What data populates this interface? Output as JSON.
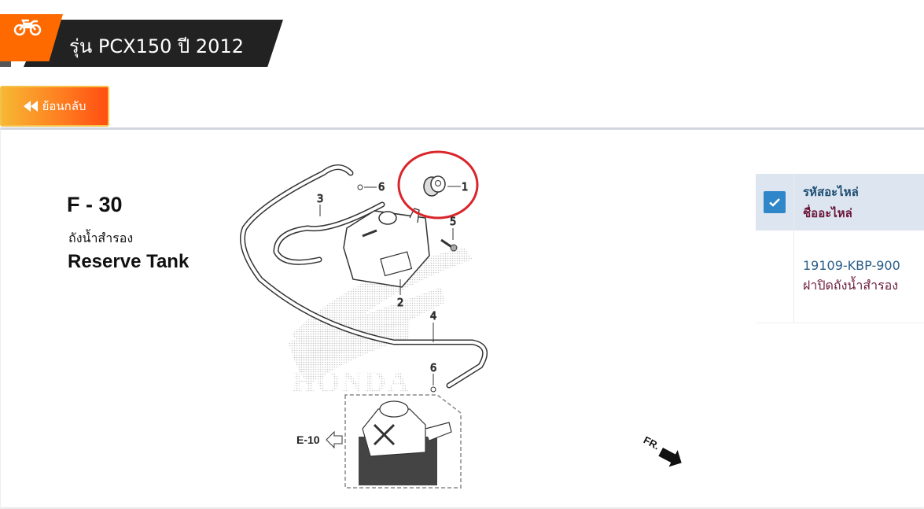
{
  "header": {
    "title": "รุ่น PCX150 ปี 2012",
    "icon": "motorcycle-icon",
    "colors": {
      "dark": "#222222",
      "accent": "#ff6a00"
    }
  },
  "back_button": {
    "label": "ย้อนกลับ",
    "icon": "double-chevron-left-icon"
  },
  "diagram": {
    "code": "F - 30",
    "title_th": "ถังน้ำสำรอง",
    "title_en": "Reserve Tank",
    "callouts": [
      "1",
      "2",
      "3",
      "4",
      "5",
      "6",
      "6"
    ],
    "reference": "E-10",
    "direction": "FR.",
    "watermark": "HONDA",
    "highlighted_part": "1"
  },
  "parts_table": {
    "header": {
      "code_label": "รหัสอะไหล่",
      "name_label": "ชื่ออะไหล่",
      "checked": true
    },
    "rows": [
      {
        "code": "19109-KBP-900",
        "name": "ฝาปิดถังน้ำสำรอง"
      }
    ]
  }
}
